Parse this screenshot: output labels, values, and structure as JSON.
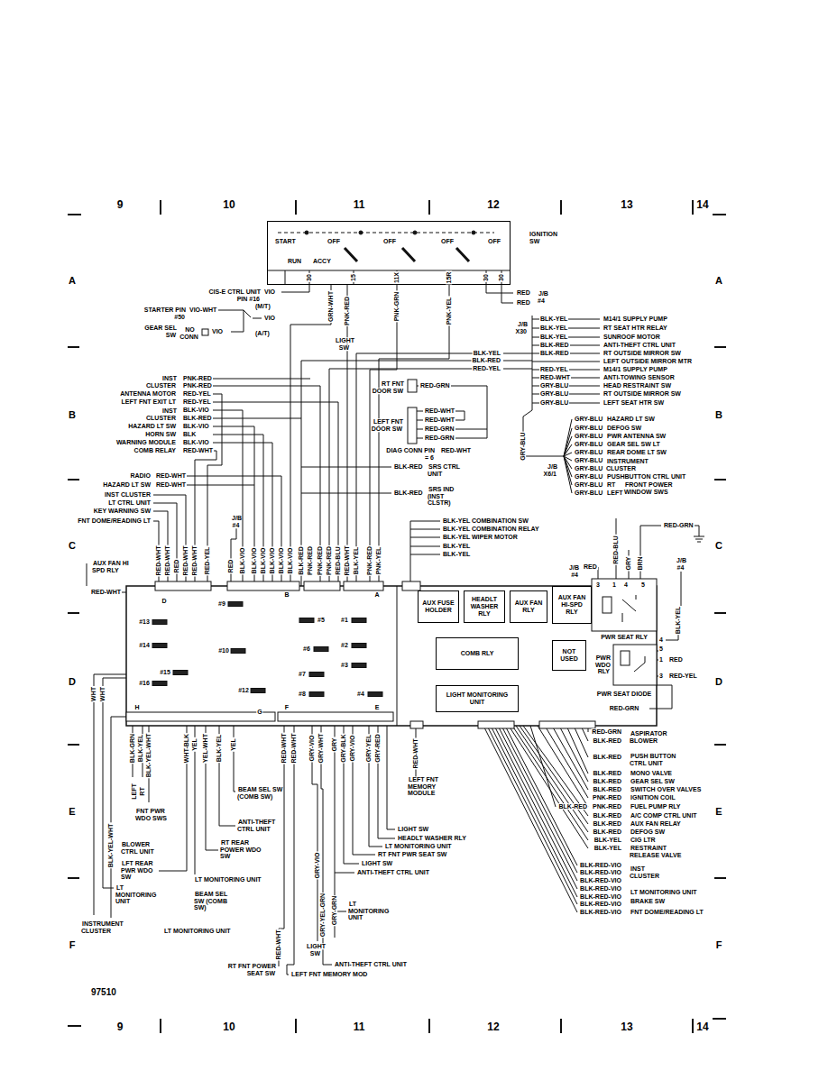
{
  "diagram": {
    "nodes": [
      {
        "text": [
          "IGNITION SW",
          "START",
          "RUN",
          "ACCY",
          "OFF",
          "OFF",
          "OFF",
          "OFF"
        ]
      },
      {
        "text": [
          "AUX FUSE HOLDER"
        ]
      },
      {
        "text": [
          "HEADLT WASHER RLY"
        ]
      },
      {
        "text": [
          "AUX FAN RLY"
        ]
      },
      {
        "text": [
          "AUX FAN HI-SPD RLY"
        ]
      },
      {
        "text": [
          "COMB RLY"
        ]
      },
      {
        "text": [
          "NOT USED"
        ]
      },
      {
        "text": [
          "LIGHT MONITORING UNIT"
        ]
      }
    ],
    "labels": [
      "9",
      "10",
      "11",
      "12",
      "13",
      "14",
      "A",
      "A",
      "B",
      "B",
      "C",
      "C",
      "D",
      "D",
      "E",
      "E",
      "F",
      "F",
      "9",
      "10",
      "11",
      "12",
      "13",
      "14",
      "97510",
      "30",
      "15",
      "11X",
      "15R",
      "30",
      "30",
      "CIS-E CTRL UNIT PIN #16",
      "VIO",
      "STARTER PIN #50",
      "VIO-WHT",
      "(M/T)",
      "VIO",
      "(A/T)",
      "GEAR SEL SW",
      "NO CONN",
      "VIO",
      "GRN-WHT",
      "PNK-RED",
      "PNK-GRN",
      "PNK-YEL",
      "LIGHT SW",
      "RED",
      "RED",
      "J/B #4",
      "J/B X30",
      "BLK-YEL",
      "M14/1 SUPPLY PUMP",
      "BLK-YEL",
      "RT SEAT HTR RELAY",
      "BLK-YEL",
      "SUNROOF MOTOR",
      "BLK-RED",
      "ANTI-THEFT CTRL UNIT",
      "BLK-RED",
      "RT OUTSIDE MIRROR SW",
      "LEFT OUTSIDE MIRROR MTR",
      "RED-YEL",
      "M14/1 SUPPLY PUMP",
      "RED-WHT",
      "ANTI-TOWING SENSOR",
      "GRY-BLU",
      "HEAD RESTRAINT SW",
      "GRY-BLU",
      "RT OUTSIDE MIRROR SW",
      "GRY-BLU",
      "LEFT SEAT HTR SW",
      "BLK-YEL",
      "BLK-RED",
      "RED-YEL",
      "GRY-BLU",
      "J/B X6/1",
      "GRY-BLU",
      "HAZARD LT SW",
      "GRY-BLU",
      "DEFOG SW",
      "GRY-BLU",
      "PWR ANTENNA SW",
      "GRY-BLU",
      "GEAR SEL SW LT",
      "GRY-BLU",
      "REAR DOME LT SW",
      "GRY-BLU",
      "GRY-BLU",
      "INSTRUMENT CLUSTER",
      "GRY-BLU",
      "PUSHBUTTON CTRL UNIT",
      "GRY-BLU",
      "GRY-BLU",
      "RT",
      "LEFT",
      "FRONT POWER WINDOW SWS",
      "INST CLUSTER",
      "PNK-RED",
      "PNK-RED",
      "ANTENNA MOTOR",
      "RED-YEL",
      "LEFT FNT EXIT LT",
      "RED-YEL",
      "INST CLUSTER",
      "BLK-VIO",
      "BLK-RED",
      "HAZARD LT SW",
      "BLK-VIO",
      "HORN SW",
      "BLK",
      "WARNING MODULE",
      "BLK-VIO",
      "COMB RELAY",
      "RED-WHT",
      "RADIO",
      "RED-WHT",
      "HAZARD LT SW",
      "RED-WHT",
      "INST CLUSTER",
      "LT CTRL UNIT",
      "KEY WARNING SW",
      "FNT DOME/READING LT",
      "RT FNT DOOR SW",
      "RED-GRN",
      "LEFT FNT DOOR SW",
      "RED-WHT",
      "RED-WHT",
      "RED-GRN",
      "RED-GRN",
      "DIAG CONN PIN = 6",
      "RED-WHT",
      "BLK-RED",
      "SRS CTRL UNIT",
      "BLK-RED",
      "SRS IND (INST CLSTR)",
      "J/B #4",
      "RED-WHT",
      "RED-WHT",
      "RED",
      "RED-WHT",
      "RED-WHT",
      "RED-YEL",
      "RED",
      "BLK-VIO",
      "BLK-VIO",
      "BLK-VIO",
      "BLK-VIO",
      "BLK-VIO",
      "BLK-VIO",
      "BLK-RED",
      "PNK-RED",
      "PNK-RED",
      "PNK-RED",
      "RED-BLU",
      "RED-WHT",
      "BLK-YEL",
      "PNK-RED",
      "PNK-YEL",
      "AUX FAN HI SPD RLY",
      "RED-WHT",
      "BLK-YEL",
      "COMBINATION SW",
      "BLK-YEL",
      "COMBINATION RELAY",
      "BLK-YEL",
      "WIPER MOTOR",
      "BLK-YEL",
      "BLK-YEL",
      "RED-BLU",
      "RED-GRN",
      "GRY",
      "BRN",
      "J/B #4",
      "RED",
      "J/B #4",
      "3",
      "1",
      "4",
      "5",
      "PWR SEAT RLY",
      "BLK-YEL",
      "4",
      "5",
      "1",
      "RED",
      "PWR WDO RLY",
      "3",
      "RED-YEL",
      "PWR SEAT DIODE",
      "RED-GRN",
      "D",
      "#13",
      "#14",
      "#15",
      "#16",
      "#9",
      "#10",
      "#12",
      "H",
      "G",
      "B",
      "#5",
      "#6",
      "#7",
      "#8",
      "F",
      "A",
      "#1",
      "#2",
      "#3",
      "#4",
      "E",
      "WHT",
      "WHT",
      "BLK-GRN",
      "BLK-YEL",
      "BLK-YEL-WHT",
      "WHT-BLK",
      "YEL",
      "YEL-WHT",
      "BLK-YEL",
      "YEL",
      "RED-WHT",
      "RED-WHT",
      "GRY-VIO",
      "GRY-WHT",
      "GRY",
      "GRY-BLK",
      "GRY-VIO",
      "GRY-YEL",
      "GRY-RED",
      "RED-WHT",
      "LEFT FNT MEMORY MODULE",
      "LEFT",
      "RT",
      "FNT PWR WDO SWS",
      "BEAM SEL SW (COMB SW)",
      "ANTI-THEFT CTRL UNIT",
      "RT REAR POWER WDO SW",
      "BLK-YEL-WHT",
      "BLOWER CTRL UNIT",
      "LFT REAR PWR WDO SW",
      "LT MONITORING UNIT",
      "INSTRUMENT CLUSTER",
      "LT MONITORING UNIT",
      "LT MONITORING UNIT",
      "BEAM SEL SW (COMB SW)",
      "LIGHT SW",
      "HEADLT WASHER RLY",
      "LT MONITORING UNIT",
      "RT FNT PWR SEAT SW",
      "LIGHT SW",
      "ANTI-THEFT CTRL UNIT",
      "GRY-VIO",
      "GRY-YEL-GRN",
      "GRY-GRN",
      "LT MONITORING UNIT",
      "LIGHT SW",
      "ANTI-THEFT CTRL UNIT",
      "RED-WHT",
      "RT FNT POWER SEAT SW",
      "LEFT FNT MEMORY MOD",
      "RED-GRN",
      "BLK-RED",
      "ASPIRATOR BLOWER",
      "BLK-RED",
      "PUSH BUTTON CTRL UNIT",
      "BLK-RED",
      "MONO VALVE",
      "BLK-RED",
      "GEAR SEL SW",
      "BLK-RED",
      "SWITCH OVER VALVES",
      "PNK-RED",
      "IGNITION COIL",
      "PNK-RED",
      "FUEL PUMP RLY",
      "BLK-RED",
      "BLK-RED",
      "A/C COMP CTRL UNIT",
      "BLK-RED",
      "AUX FAN RELAY",
      "BLK-RED",
      "DEFOG SW",
      "BLK-YEL",
      "CIG LTR",
      "BLK-YEL",
      "RESTRAINT RELEASE VALVE",
      "BLK-RED-VIO",
      "BLK-RED-VIO",
      "BLK-RED-VIO",
      "BLK-RED-VIO",
      "BLK-RED-VIO",
      "BLK-RED-VIO",
      "BLK-RED-VIO",
      "INST CLUSTER",
      "LT MONITORING UNIT",
      "BRAKE SW",
      "FNT DOME/READING LT"
    ]
  }
}
